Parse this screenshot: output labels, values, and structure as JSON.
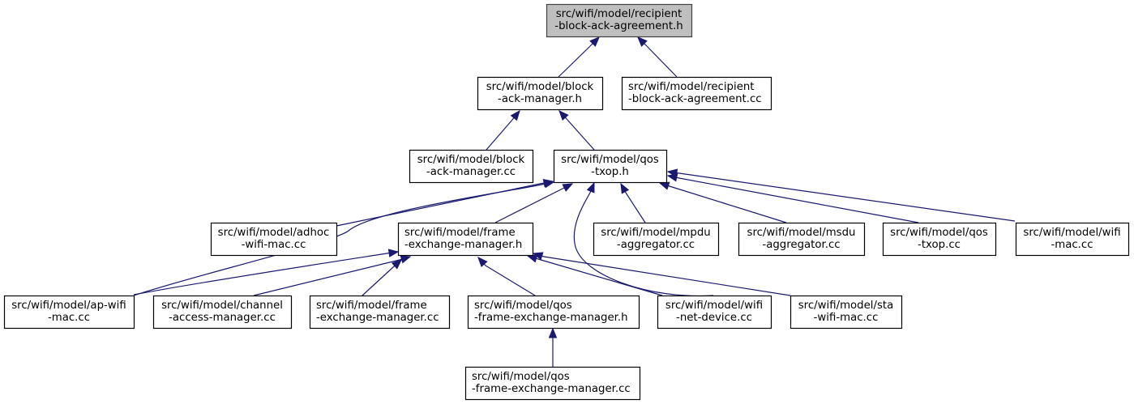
{
  "diagram": {
    "type": "include-dependency-graph",
    "colors": {
      "edge": "#191970",
      "root_fill": "#bfbfbf",
      "node_fill": "#ffffff",
      "border": "#000000"
    },
    "nodes": [
      {
        "id": "root",
        "lines": [
          "src/wifi/model/recipient",
          "-block-ack-agreement.h"
        ],
        "root": true,
        "align": "center"
      },
      {
        "id": "bam_h",
        "lines": [
          "src/wifi/model/block",
          "-ack-manager.h"
        ],
        "align": "center"
      },
      {
        "id": "rbaa_cc",
        "lines": [
          "src/wifi/model/recipient",
          "-block-ack-agreement.cc"
        ],
        "align": "left"
      },
      {
        "id": "bam_cc",
        "lines": [
          "src/wifi/model/block",
          "-ack-manager.cc"
        ],
        "align": "center"
      },
      {
        "id": "qostxop_h",
        "lines": [
          "src/wifi/model/qos",
          "-txop.h"
        ],
        "align": "center"
      },
      {
        "id": "adhoc_cc",
        "lines": [
          "src/wifi/model/adhoc",
          "-wifi-mac.cc"
        ],
        "align": "center"
      },
      {
        "id": "fem_h",
        "lines": [
          "src/wifi/model/frame",
          "-exchange-manager.h"
        ],
        "align": "left"
      },
      {
        "id": "mpdu_cc",
        "lines": [
          "src/wifi/model/mpdu",
          "-aggregator.cc"
        ],
        "align": "center"
      },
      {
        "id": "msdu_cc",
        "lines": [
          "src/wifi/model/msdu",
          "-aggregator.cc"
        ],
        "align": "center"
      },
      {
        "id": "qostxop_cc",
        "lines": [
          "src/wifi/model/qos",
          "-txop.cc"
        ],
        "align": "center"
      },
      {
        "id": "wifimac_cc",
        "lines": [
          "src/wifi/model/wifi",
          "-mac.cc"
        ],
        "align": "center"
      },
      {
        "id": "apwifi_cc",
        "lines": [
          "src/wifi/model/ap-wifi",
          "-mac.cc"
        ],
        "align": "center"
      },
      {
        "id": "cam_cc",
        "lines": [
          "src/wifi/model/channel",
          "-access-manager.cc"
        ],
        "align": "center"
      },
      {
        "id": "fem_cc",
        "lines": [
          "src/wifi/model/frame",
          "-exchange-manager.cc"
        ],
        "align": "left"
      },
      {
        "id": "qfem_h",
        "lines": [
          "src/wifi/model/qos",
          "-frame-exchange-manager.h"
        ],
        "align": "left"
      },
      {
        "id": "netdev_cc",
        "lines": [
          "src/wifi/model/wifi",
          "-net-device.cc"
        ],
        "align": "center"
      },
      {
        "id": "sta_cc",
        "lines": [
          "src/wifi/model/sta",
          "-wifi-mac.cc"
        ],
        "align": "center"
      },
      {
        "id": "qfem_cc",
        "lines": [
          "src/wifi/model/qos",
          "-frame-exchange-manager.cc"
        ],
        "align": "left"
      }
    ],
    "edges": [
      {
        "from": "bam_h",
        "to": "root"
      },
      {
        "from": "rbaa_cc",
        "to": "root"
      },
      {
        "from": "bam_cc",
        "to": "bam_h"
      },
      {
        "from": "qostxop_h",
        "to": "bam_h"
      },
      {
        "from": "adhoc_cc",
        "to": "qostxop_h"
      },
      {
        "from": "fem_h",
        "to": "qostxop_h"
      },
      {
        "from": "mpdu_cc",
        "to": "qostxop_h"
      },
      {
        "from": "msdu_cc",
        "to": "qostxop_h"
      },
      {
        "from": "qostxop_cc",
        "to": "qostxop_h"
      },
      {
        "from": "wifimac_cc",
        "to": "qostxop_h"
      },
      {
        "from": "apwifi_cc",
        "to": "qostxop_h"
      },
      {
        "from": "netdev_cc",
        "to": "qostxop_h"
      },
      {
        "from": "apwifi_cc",
        "to": "fem_h"
      },
      {
        "from": "cam_cc",
        "to": "fem_h"
      },
      {
        "from": "fem_cc",
        "to": "fem_h"
      },
      {
        "from": "qfem_h",
        "to": "fem_h"
      },
      {
        "from": "netdev_cc",
        "to": "fem_h"
      },
      {
        "from": "sta_cc",
        "to": "fem_h"
      },
      {
        "from": "qfem_cc",
        "to": "qfem_h"
      }
    ]
  }
}
